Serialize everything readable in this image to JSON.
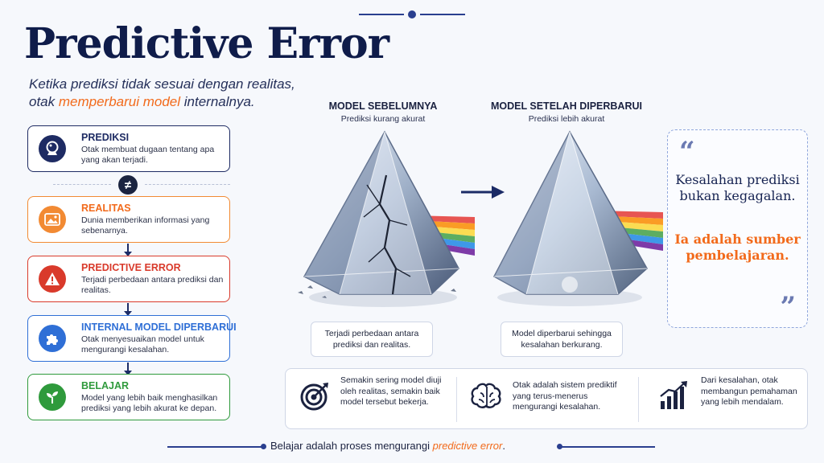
{
  "title": "Predictive Error",
  "subtitle": {
    "line1": "Ketika prediksi tidak sesuai dengan realitas,",
    "line2_pre": "otak ",
    "line2_hl": "memperbarui model",
    "line2_post": " internalnya."
  },
  "neq_symbol": "≠",
  "steps": [
    {
      "title": "PREDIKSI",
      "desc": "Otak membuat dugaan tentang apa yang akan terjadi.",
      "color": "#1e2b63",
      "icon": "crystal-ball-icon"
    },
    {
      "title": "REALITAS",
      "desc": "Dunia memberikan informasi yang sebenarnya.",
      "color": "#f28a33",
      "icon": "landscape-icon"
    },
    {
      "title": "PREDICTIVE ERROR",
      "desc": "Terjadi perbedaan antara prediksi dan realitas.",
      "color": "#d93a2b",
      "icon": "warning-icon"
    },
    {
      "title": "INTERNAL MODEL DIPERBARUI",
      "desc": "Otak menyesuaikan model untuk mengurangi kesalahan.",
      "color": "#2f6fd6",
      "icon": "puzzle-icon"
    },
    {
      "title": "BELAJAR",
      "desc": "Model yang lebih baik menghasilkan prediksi yang lebih akurat ke depan.",
      "color": "#2f9a3c",
      "icon": "sprout-icon"
    }
  ],
  "models": {
    "before": {
      "title": "MODEL SEBELUMNYA",
      "sub": "Prediksi kurang akurat",
      "caption": "Terjadi perbedaan antara prediksi dan realitas."
    },
    "after": {
      "title": "MODEL SETELAH DIPERBARUI",
      "sub": "Prediksi lebih akurat",
      "caption": "Model diperbarui sehingga kesalahan berkurang."
    }
  },
  "quote": {
    "open": "“",
    "close": "”",
    "line1": "Kesalahan prediksi bukan kegagalan.",
    "line2": "Ia adalah sumber pembelajaran."
  },
  "bottom_items": [
    {
      "icon": "target-icon",
      "text": "Semakin sering model diuji oleh realitas, semakin baik model tersebut bekerja."
    },
    {
      "icon": "brain-icon",
      "text": "Otak adalah sistem prediktif yang terus-menerus mengurangi kesalahan."
    },
    {
      "icon": "growth-chart-icon",
      "text": "Dari kesalahan, otak membangun pemahaman yang lebih mendalam."
    }
  ],
  "footer": {
    "pre": "Belajar adalah proses mengurangi ",
    "hl": "predictive error",
    "post": "."
  },
  "colors": {
    "navy": "#0f1c4a",
    "accent_orange": "#f26a1b"
  }
}
